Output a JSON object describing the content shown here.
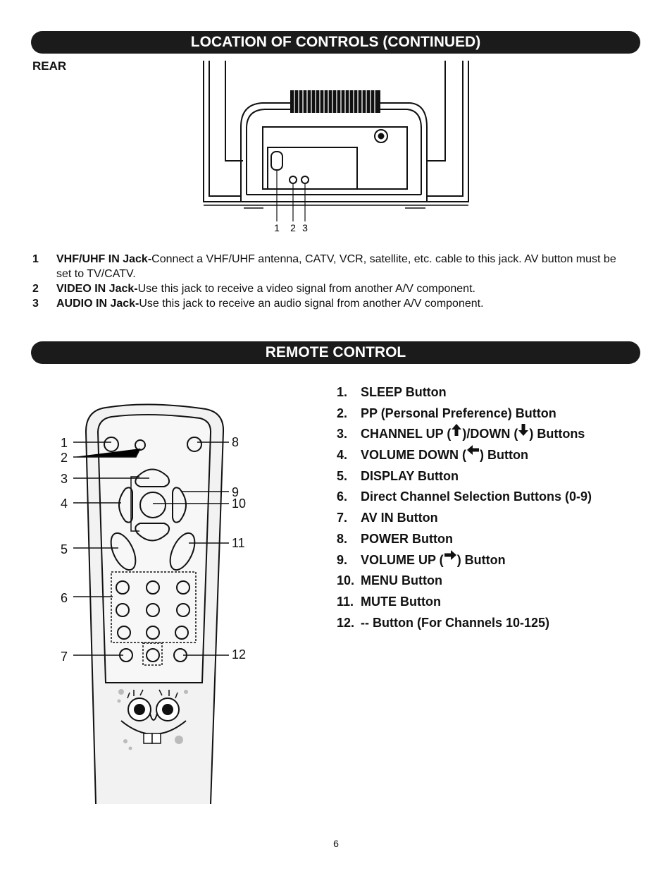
{
  "header": {
    "title": "LOCATION OF CONTROLS (CONTINUED)"
  },
  "rear": {
    "label": "REAR",
    "callouts": [
      "1",
      "2",
      "3"
    ],
    "items": [
      {
        "num": "1",
        "name": "VHF/UHF IN Jack-",
        "desc": "Connect a VHF/UHF antenna, CATV, VCR, satellite, etc. cable to this jack. AV button must be set to TV/CATV."
      },
      {
        "num": "2",
        "name": "VIDEO IN Jack-",
        "desc": "Use this jack to receive a video signal from another A/V component."
      },
      {
        "num": "3",
        "name": "AUDIO IN Jack-",
        "desc": "Use this jack to receive an audio signal from another A/V component."
      }
    ]
  },
  "remote": {
    "title": "REMOTE CONTROL",
    "callouts": [
      "1",
      "2",
      "3",
      "4",
      "5",
      "6",
      "7",
      "8",
      "9",
      "10",
      "11",
      "12"
    ],
    "items": [
      {
        "num": "1.",
        "a": "SLEEP Button"
      },
      {
        "num": "2.",
        "a": "PP (Personal Preference) Button"
      },
      {
        "num": "3.",
        "a": "CHANNEL UP (",
        "icon1": "arrow-up-icon",
        "b": ")/DOWN (",
        "icon2": "arrow-down-icon",
        "c": ") Buttons"
      },
      {
        "num": "4.",
        "a": "VOLUME DOWN (",
        "icon1": "arrow-left-icon",
        "b": ") Button"
      },
      {
        "num": "5.",
        "a": "DISPLAY Button"
      },
      {
        "num": "6.",
        "a": "Direct Channel Selection Buttons (0-9)"
      },
      {
        "num": "7.",
        "a": "AV IN Button"
      },
      {
        "num": "8.",
        "a": "POWER Button"
      },
      {
        "num": "9.",
        "a": "VOLUME UP (",
        "icon1": "arrow-right-icon",
        "b": ") Button"
      },
      {
        "num": "10.",
        "a": "MENU Button"
      },
      {
        "num": "11.",
        "a": "MUTE Button"
      },
      {
        "num": "12.",
        "a": "-- Button (For Channels 10-125)"
      }
    ]
  },
  "footer": {
    "page": "6"
  }
}
